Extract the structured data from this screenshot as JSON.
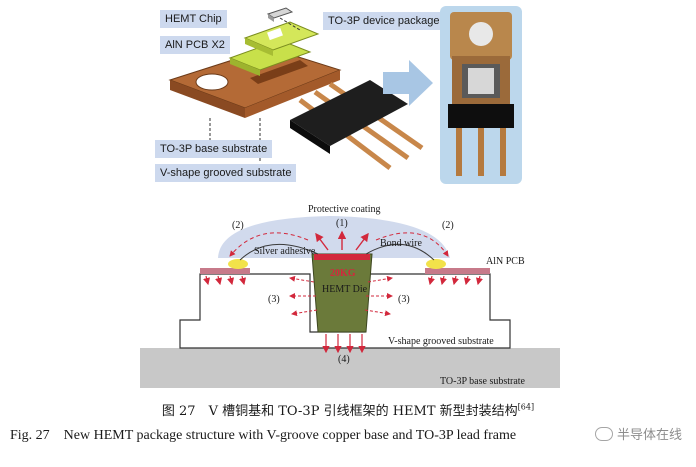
{
  "top_figure": {
    "labels": {
      "hemt_chip": "HEMT Chip",
      "aln_pcb": "AlN PCB X2",
      "to3p_package": "TO-3P device package",
      "to3p_base": "TO-3P base substrate",
      "v_groove": "V-shape grooved substrate"
    }
  },
  "bottom_figure": {
    "labels": {
      "protective_coating": "Protective coating",
      "silver_adhesive": "Silver adhesive",
      "bond_wire": "Bond wire",
      "aln_pcb": "AlN PCB",
      "hemt_die": "HEMT Die",
      "v_groove": "V-shape grooved substrate",
      "to3p_base": "TO-3P base substrate",
      "heat_label": "20KG"
    },
    "markers": {
      "m1": "(1)",
      "m2_left": "(2)",
      "m2_right": "(2)",
      "m3_left": "(3)",
      "m3_right": "(3)",
      "m4": "(4)"
    },
    "colors": {
      "coating": "#c9d3ea",
      "die": "#6b7a3a",
      "pcb": "#c77a8a",
      "adhesive": "#f2e24a",
      "arrows": "#d2283c"
    }
  },
  "caption": {
    "cn": "图 27　V 槽铜基和 TO-3P 引线框架的 HEMT 新型封装结构",
    "cn_ref": "[64]",
    "en": "Fig. 27　New HEMT package structure with V-groove copper base and TO-3P lead frame"
  },
  "watermark": {
    "text": "半导体在线"
  }
}
